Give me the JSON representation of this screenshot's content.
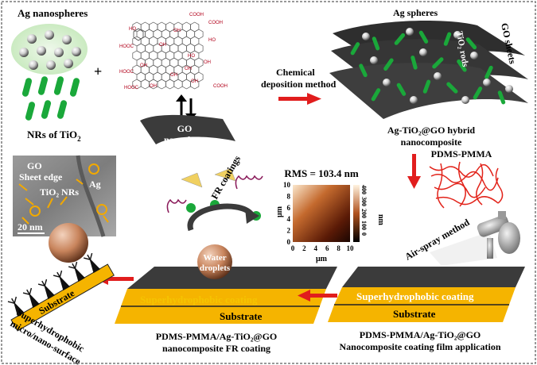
{
  "labels": {
    "ag_nanospheres": "Ag nanospheres",
    "nrs_tio2_main": "NRs of TiO",
    "nrs_tio2_sub": "2",
    "plus": "+",
    "go_nanosheets_1": "GO",
    "go_nanosheets_2": "nanosheets",
    "chem_dep_1": "Chemical",
    "chem_dep_2": "deposition method",
    "ag_spheres": "Ag spheres",
    "tio2_rods": "TiO₂ rods",
    "go_sheets": "GO sheets",
    "hybrid_1": "Ag-TiO₂@GO  hybrid",
    "hybrid_2": "nanocomposite",
    "pdms_pmma": "PDMS-PMMA",
    "air_spray": "Air-spray method",
    "rms": "RMS = 103.4 nm",
    "fr_coatings": "FR coatings",
    "water_1": "Water",
    "water_2": "droplets",
    "tem_go": "GO",
    "tem_sheet_edge": "Sheet edge",
    "tem_tio2": "TiO₂ NRs",
    "tem_ag": "Ag",
    "tem_scale": "20 nm",
    "sh_coating_mid": "Superhydrophobic coating",
    "substrate_mid": "Substrate",
    "sh_coating_right": "Superhydrophobic coating",
    "substrate_right": "Substrate",
    "substrate_left": "Substrate",
    "sh_surface_1": "Superhydrophobic",
    "sh_surface_2": "micro/nano-surface",
    "caption_mid_1": "PDMS-PMMA/Ag-TiO₂@GO",
    "caption_mid_2": "nanocomposite FR coating",
    "caption_right_1": "PDMS-PMMA/Ag-TiO₂@GO",
    "caption_right_2": "Nanocomposite coating film application"
  },
  "afm": {
    "y_axis_label": "μm",
    "x_axis_label": "μm",
    "x_ticks": [
      "0",
      "2",
      "4",
      "6",
      "8",
      "10"
    ],
    "y_ticks": [
      "0",
      "2",
      "4",
      "6",
      "8",
      "10"
    ],
    "cbar_ticks": [
      "0",
      "100",
      "200",
      "300",
      "400"
    ],
    "cbar_unit": "nm"
  },
  "go_groups": [
    "COOH",
    "HO",
    "OH",
    "COOH",
    "HOOC",
    "OH",
    "HO",
    "OH",
    "OH",
    "HOOC",
    "OH",
    "HOOC",
    "OH",
    "OH",
    "HO",
    "OH",
    "COOH"
  ],
  "colors": {
    "sheet": "#3b3b3b",
    "rod": "#1aa83a",
    "arrow": "#e11d1d",
    "coating": "#f5b400",
    "polymer": "#e2231a",
    "droplet": "#c8845c"
  }
}
